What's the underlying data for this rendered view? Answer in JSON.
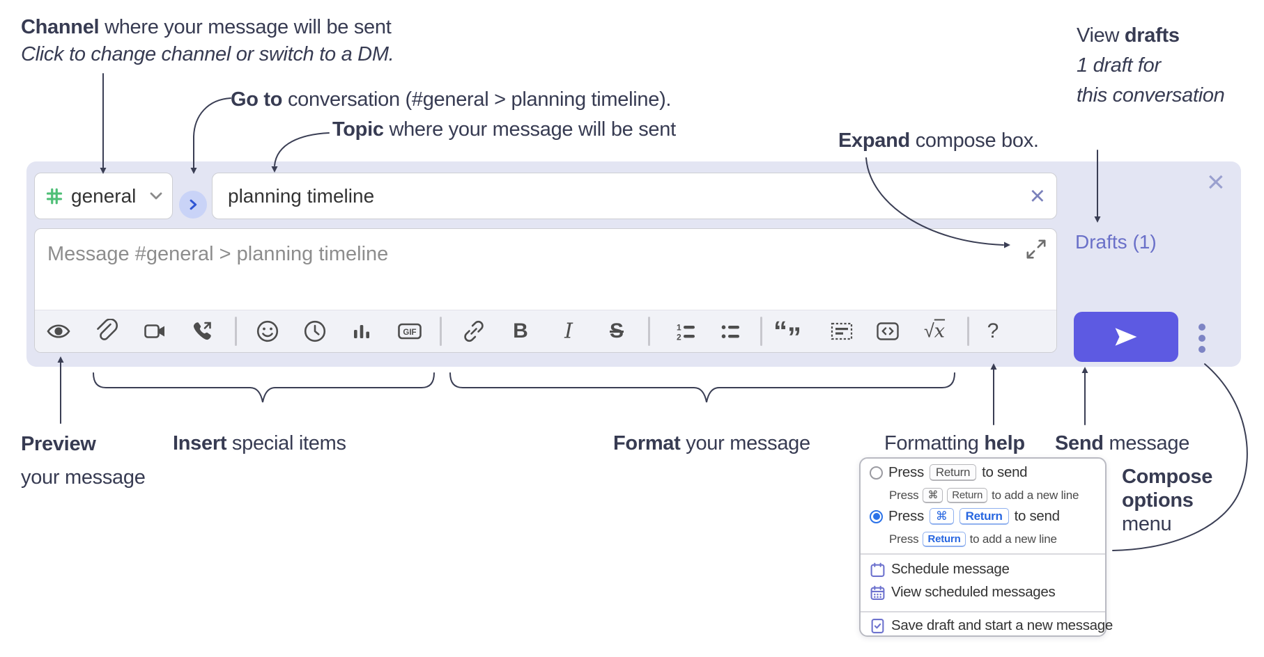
{
  "annotations": {
    "channel": {
      "bold": "Channel",
      "rest": " where your message will be sent",
      "line2": "Click to change channel or switch to a DM."
    },
    "goto": {
      "bold": "Go to",
      "rest": " conversation (#general > planning timeline)."
    },
    "topic": {
      "bold": "Topic",
      "rest": " where your message will be sent"
    },
    "expand": {
      "bold": "Expand",
      "rest": " compose box."
    },
    "drafts": {
      "pre": "View ",
      "bold": "drafts",
      "line2": "1 draft for",
      "line3": "this conversation"
    },
    "preview": {
      "bold": "Preview",
      "line2": "your message"
    },
    "insert": {
      "bold": "Insert",
      "rest": " special items"
    },
    "format": {
      "bold": "Format",
      "rest": " your message"
    },
    "help": {
      "pre": "Formatting ",
      "bold": "help"
    },
    "send": {
      "bold": "Send",
      "rest": " message"
    },
    "compose_menu": {
      "line1": "Compose",
      "line2": "options",
      "line3": "menu"
    }
  },
  "compose": {
    "channel": "general",
    "topic_value": "planning timeline",
    "placeholder": "Message #general > planning timeline",
    "drafts_link": "Drafts (1)",
    "close_icon": "×",
    "clear_icon": "×",
    "labels": {
      "gif": "GIF",
      "bold": "B",
      "italic": "I",
      "strike": "S",
      "math_root": "√",
      "math_var": "x",
      "help": "?",
      "ol1": "1",
      "ol2": "2",
      "quote_open": "“",
      "quote_close": "”"
    }
  },
  "menu": {
    "opt1": {
      "pre": "Press",
      "key": "Return",
      "post": "to send"
    },
    "opt1_sub": {
      "pre": "Press",
      "key1": "⌘",
      "key2": "Return",
      "post": "to add a new line"
    },
    "opt2": {
      "pre": "Press",
      "key1": "⌘",
      "key2": "Return",
      "post": "to send"
    },
    "opt2_sub": {
      "pre": "Press",
      "key": "Return",
      "post": "to add a new line"
    },
    "schedule": "Schedule message",
    "view_scheduled": "View scheduled messages",
    "save_draft": "Save draft and start a new message"
  },
  "colors": {
    "compose_bg": "#e3e5f3",
    "send_button": "#5d5ae2",
    "drafts_link": "#6a70c8",
    "annotation": "#373b52",
    "hash_green": "#4fbf77",
    "jump_circle": "#c9d3f7",
    "jump_chevron": "#2f55d4",
    "menu_icon": "#6d72ce",
    "radio_selected": "#2b72e8",
    "toolbar_icon": "#4d4d4d"
  }
}
